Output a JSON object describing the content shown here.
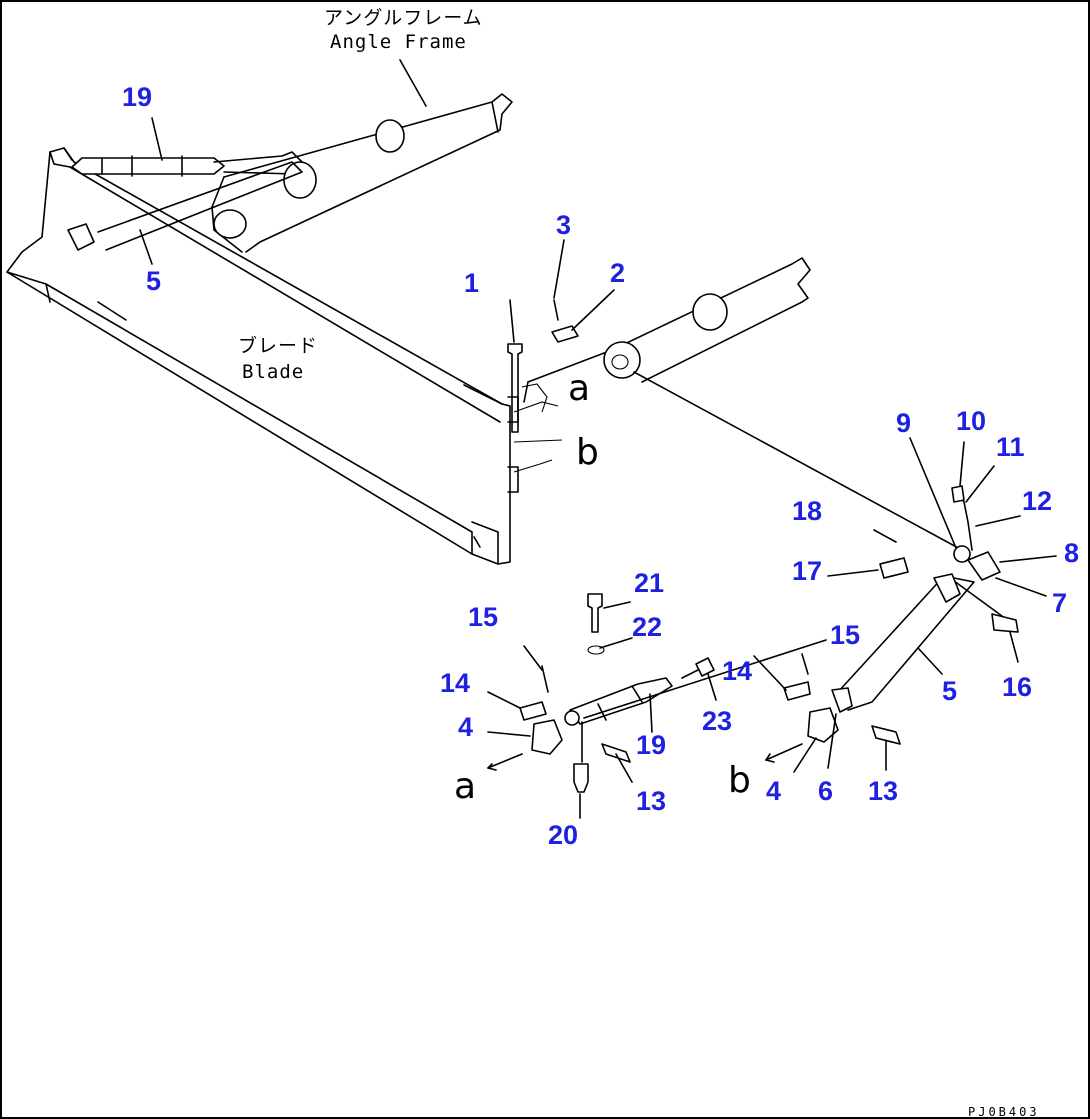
{
  "labels": {
    "angle_frame_jp": "アングルフレーム",
    "angle_frame_en": "Angle Frame",
    "blade_jp": "ブレード",
    "blade_en": "Blade",
    "view_a_top": "a",
    "view_b_top": "b",
    "view_a_bottom": "a",
    "view_b_bottom": "b",
    "drawing_code": "PJ0B403"
  },
  "part_numbers": [
    "19",
    "5",
    "1",
    "3",
    "2",
    "9",
    "10",
    "11",
    "12",
    "18",
    "8",
    "17",
    "7",
    "21",
    "22",
    "15",
    "15",
    "14",
    "14",
    "4",
    "19",
    "23",
    "5",
    "16",
    "13",
    "4",
    "6",
    "13",
    "20"
  ],
  "colors": {
    "part_number": "#1f21e0",
    "line": "#000000"
  }
}
